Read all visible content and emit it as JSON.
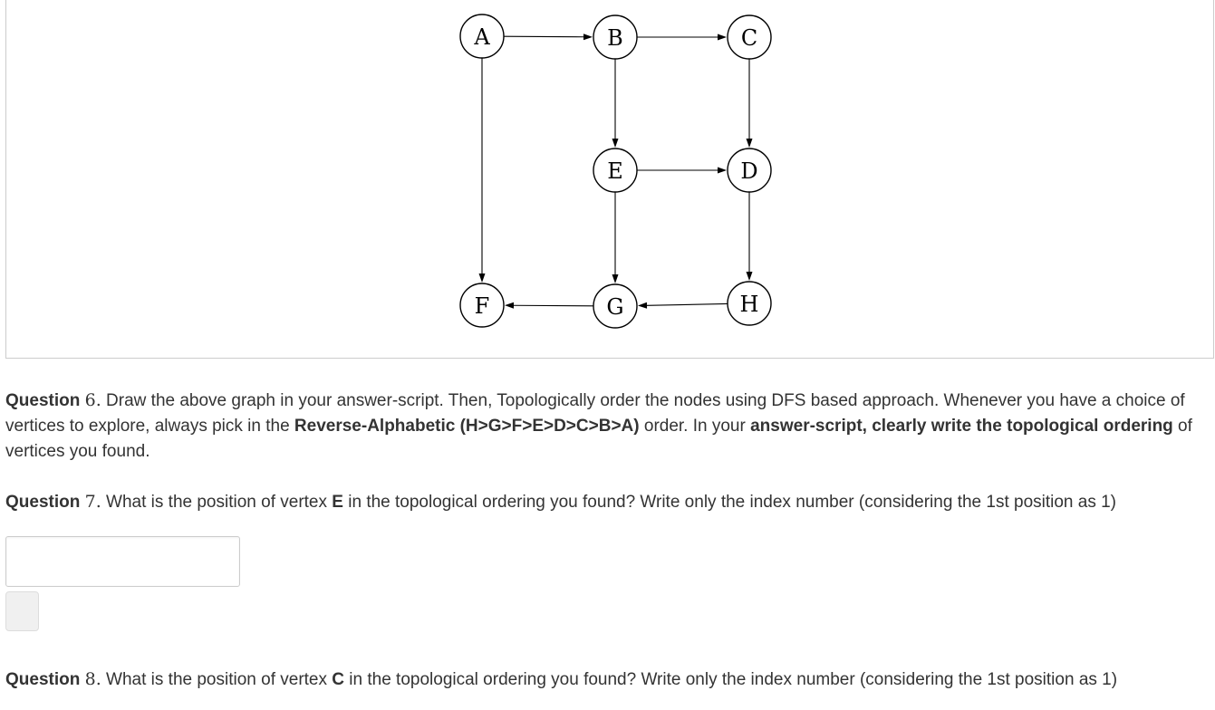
{
  "graph": {
    "nodes": [
      {
        "id": "A",
        "label": "A"
      },
      {
        "id": "B",
        "label": "B"
      },
      {
        "id": "C",
        "label": "C"
      },
      {
        "id": "E",
        "label": "E"
      },
      {
        "id": "D",
        "label": "D"
      },
      {
        "id": "F",
        "label": "F"
      },
      {
        "id": "G",
        "label": "G"
      },
      {
        "id": "H",
        "label": "H"
      }
    ],
    "edges": [
      {
        "from": "A",
        "to": "B"
      },
      {
        "from": "B",
        "to": "C"
      },
      {
        "from": "A",
        "to": "F"
      },
      {
        "from": "B",
        "to": "E"
      },
      {
        "from": "C",
        "to": "D"
      },
      {
        "from": "E",
        "to": "D"
      },
      {
        "from": "E",
        "to": "G"
      },
      {
        "from": "D",
        "to": "H"
      },
      {
        "from": "G",
        "to": "F"
      },
      {
        "from": "H",
        "to": "G"
      }
    ]
  },
  "questions": {
    "q6": {
      "word": "Question",
      "number": "6.",
      "text1": " Draw the above graph in your answer-script. Then, Topologically order the nodes using DFS based approach. Whenever you have a choice of vertices to explore, always pick in the ",
      "bold1": "Reverse-Alphabetic (H>G>F>E>D>C>B>A)",
      "text2": " order. In your ",
      "bold2": "answer-script, clearly write the topological ordering",
      "text3": " of vertices you found."
    },
    "q7": {
      "word": "Question",
      "number": "7.",
      "text1": " What is the position of vertex ",
      "bold1": "E",
      "text2": " in the topological ordering you found? Write only the index number (considering the 1st position as 1)"
    },
    "q8": {
      "word": "Question",
      "number": "8.",
      "text1": " What is the position of vertex ",
      "bold1": "C",
      "text2": " in the topological ordering you found? Write only the index number (considering the 1st position as 1)"
    }
  },
  "answer": {
    "value": "",
    "placeholder": ""
  },
  "colors": {
    "text": "#333333",
    "border": "#cccccc",
    "button_bg": "#f0f0f0"
  }
}
